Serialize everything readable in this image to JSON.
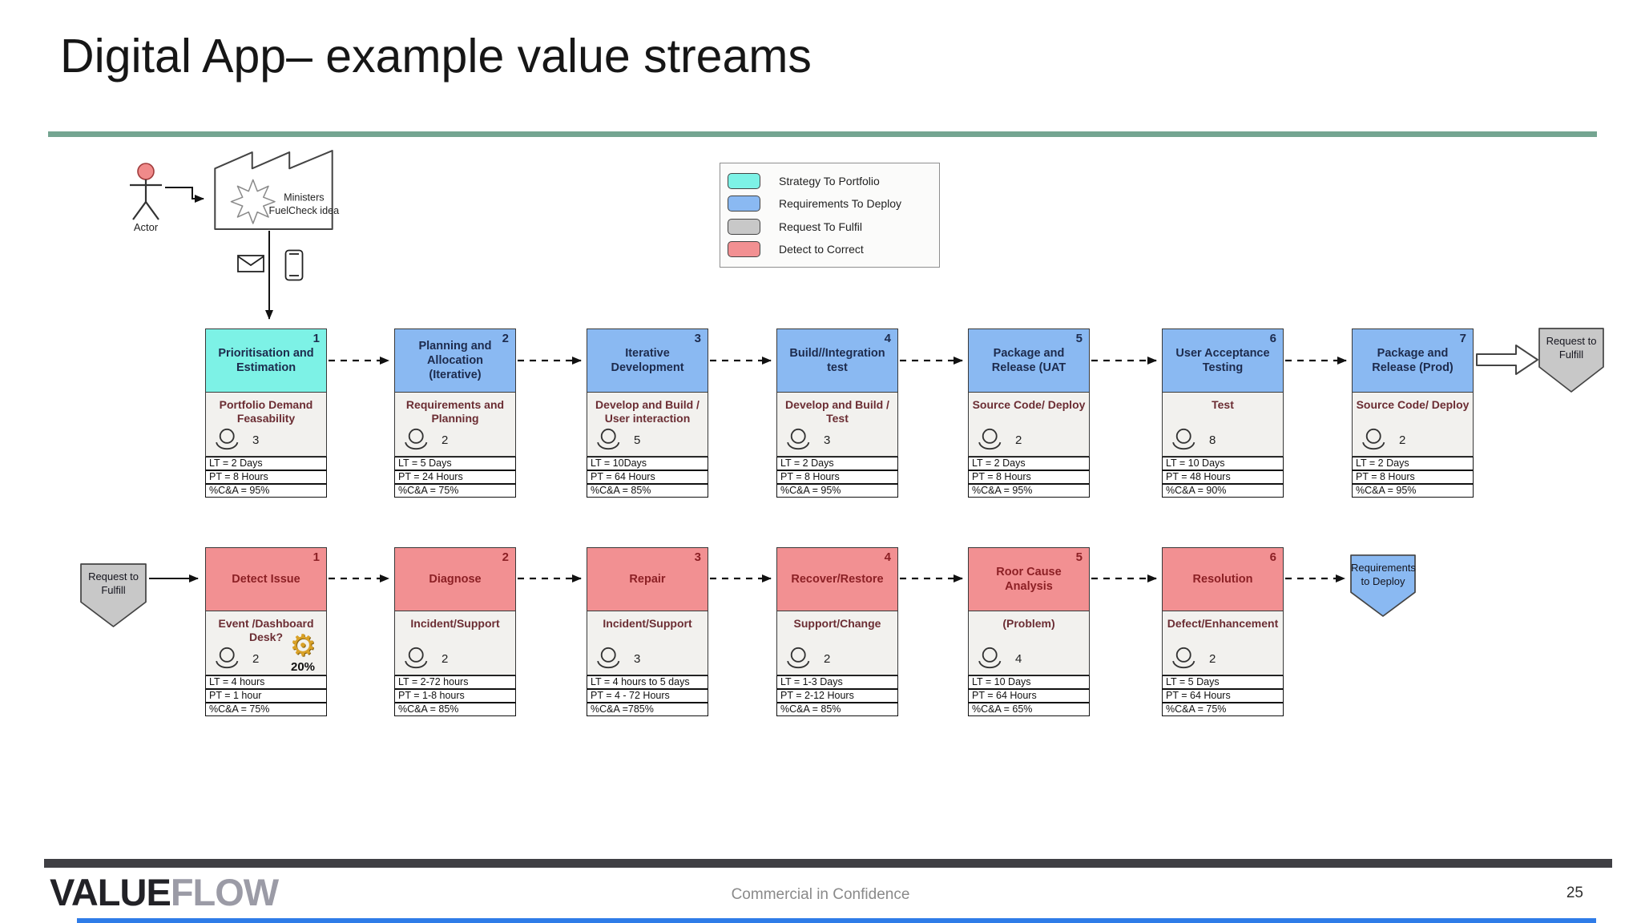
{
  "title": "Digital App– example value streams",
  "actor": {
    "label": "Actor"
  },
  "factory": {
    "line1": "Ministers",
    "line2": "FuelCheck idea"
  },
  "legend": {
    "items": [
      {
        "label": "Strategy To Portfolio",
        "color": "#7df2e6"
      },
      {
        "label": "Requirements To Deploy",
        "color": "#8ab9f2"
      },
      {
        "label": "Request To Fulfil",
        "color": "#c8c8c8"
      },
      {
        "label": "Detect to Correct",
        "color": "#f29092"
      }
    ]
  },
  "top_row": [
    {
      "num": "1",
      "title": "Prioritisation and Estimation",
      "body": "Portfolio Demand Feasability",
      "people": "3",
      "lt": "LT = 2 Days",
      "pt": "PT = 8 Hours",
      "ca": "%C&A = 95%"
    },
    {
      "num": "2",
      "title": "Planning and Allocation (Iterative)",
      "body": "Requirements and Planning",
      "people": "2",
      "lt": "LT = 5 Days",
      "pt": "PT = 24 Hours",
      "ca": "%C&A = 75%"
    },
    {
      "num": "3",
      "title": "Iterative Development",
      "body": "Develop and Build / User interaction",
      "people": "5",
      "lt": "LT = 10Days",
      "pt": "PT = 64 Hours",
      "ca": "%C&A = 85%"
    },
    {
      "num": "4",
      "title": "Build//Integration  test",
      "body": "Develop and Build / Test",
      "people": "3",
      "lt": "LT = 2 Days",
      "pt": "PT = 8 Hours",
      "ca": "%C&A = 95%"
    },
    {
      "num": "5",
      "title": "Package and Release (UAT",
      "body": "Source Code/ Deploy",
      "people": "2",
      "lt": "LT = 2 Days",
      "pt": "PT = 8 Hours",
      "ca": "%C&A = 95%"
    },
    {
      "num": "6",
      "title": "User Acceptance Testing",
      "body": "Test",
      "people": "8",
      "lt": "LT = 10 Days",
      "pt": "PT = 48 Hours",
      "ca": "%C&A = 90%"
    },
    {
      "num": "7",
      "title": "Package and Release (Prod)",
      "body": "Source Code/ Deploy",
      "people": "2",
      "lt": "LT = 2 Days",
      "pt": "PT = 8 Hours",
      "ca": "%C&A = 95%"
    }
  ],
  "bottom_row": [
    {
      "num": "1",
      "title": "Detect Issue",
      "body": "Event /Dashboard Desk?",
      "people": "2",
      "badge": "20%",
      "lt": "LT = 4 hours",
      "pt": "PT = 1 hour",
      "ca": "%C&A = 75%"
    },
    {
      "num": "2",
      "title": "Diagnose",
      "body": "Incident/Support",
      "people": "2",
      "lt": "LT = 2-72 hours",
      "pt": "PT = 1-8 hours",
      "ca": "%C&A = 85%"
    },
    {
      "num": "3",
      "title": "Repair",
      "body": "Incident/Support",
      "people": "3",
      "lt": "LT = 4 hours to 5 days",
      "pt": "PT = 4 - 72 Hours",
      "ca": "%C&A =785%"
    },
    {
      "num": "4",
      "title": "Recover/Restore",
      "body": "Support/Change",
      "people": "2",
      "lt": "LT = 1-3 Days",
      "pt": "PT = 2-12 Hours",
      "ca": "%C&A = 85%"
    },
    {
      "num": "5",
      "title": "Roor Cause Analysis",
      "body": "(Problem)",
      "people": "4",
      "lt": "LT = 10 Days",
      "pt": "PT = 64 Hours",
      "ca": "%C&A = 65%"
    },
    {
      "num": "6",
      "title": "Resolution",
      "body": "Defect/Enhancement",
      "people": "2",
      "lt": "LT = 5 Days",
      "pt": "PT = 64 Hours",
      "ca": "%C&A = 75%"
    }
  ],
  "pentagons": {
    "top_right": "Request to Fulfill",
    "bottom_left": "Request to Fulfill",
    "bottom_right": "Requirements to Deploy"
  },
  "footer": {
    "brand_bold": "VALUE",
    "brand_light": "FLOW",
    "center": "Commercial in Confidence",
    "page": "25"
  },
  "colors": {
    "strategy_cyan": "#7df2e6",
    "requirements_blue": "#8ab9f2",
    "request_gray": "#c8c8c8",
    "detect_red": "#f29092",
    "divider_teal": "#74a591",
    "footer_bar": "#3f3f44",
    "progress_blue": "#2f7ce8"
  },
  "icons": [
    "actor-icon",
    "factory-icon",
    "burst-icon",
    "envelope-icon",
    "phone-icon",
    "person-count-icon",
    "gear-icon"
  ]
}
